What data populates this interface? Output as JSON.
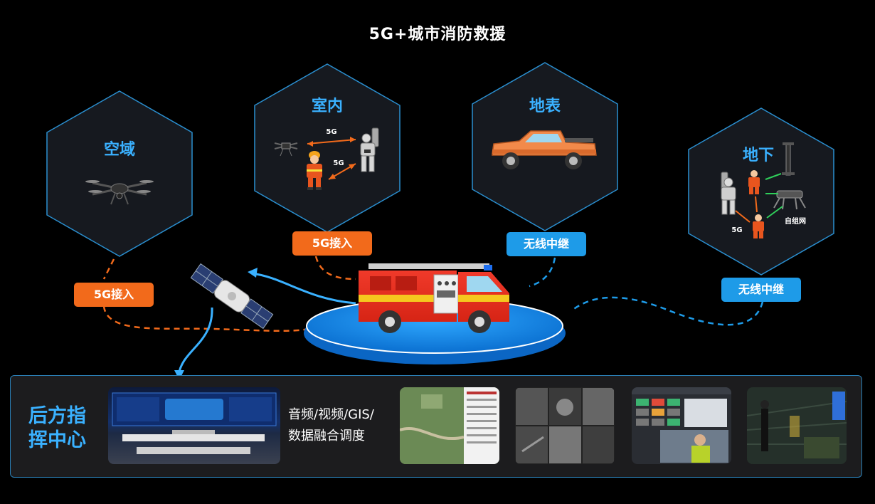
{
  "title": "5G+城市消防救援",
  "hexagons": {
    "airspace": {
      "label": "空域"
    },
    "indoor": {
      "label": "室内",
      "link_a": "5G",
      "link_b": "5G"
    },
    "surface": {
      "label": "地表"
    },
    "underground": {
      "label": "地下",
      "link_a": "5G",
      "link_b": "自组网"
    }
  },
  "tags": {
    "airspace_access": "5G接入",
    "indoor_access": "5G接入",
    "surface_relay": "无线中继",
    "underground_relay": "无线中继"
  },
  "panel": {
    "title_line1": "后方指",
    "title_line2": "挥中心",
    "fusion_line1": "音频/视频/GIS/",
    "fusion_line2": "数据融合调度"
  },
  "colors": {
    "accent_blue": "#3ab1ff",
    "tag_orange": "#f26a1b",
    "tag_blue": "#1e9be8",
    "hex_fill": "#16191f",
    "hex_stroke": "#2a8fd0"
  }
}
